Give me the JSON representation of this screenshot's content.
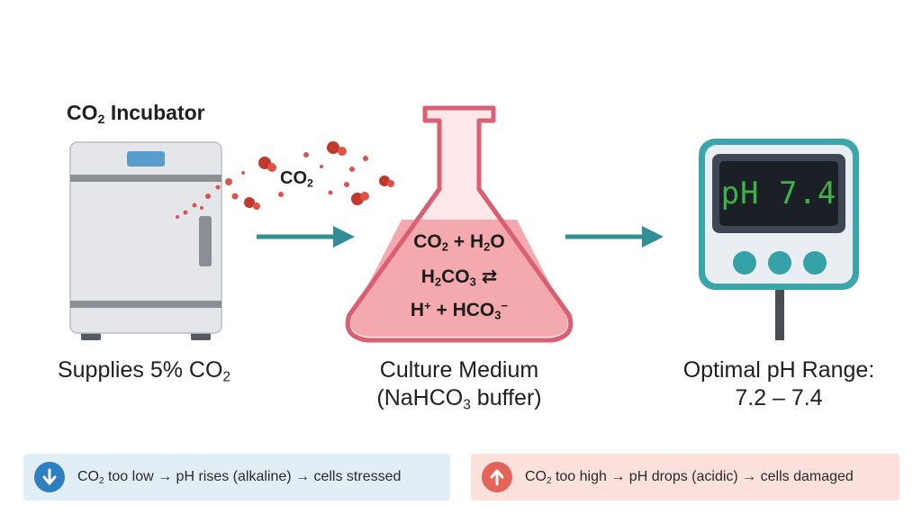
{
  "incubator": {
    "title_main": "CO",
    "title_sub": "2",
    "title_rest": " Incubator",
    "caption_main": "Supplies 5% CO",
    "caption_sub": "2"
  },
  "gas": {
    "label_main": "CO",
    "label_sub": "2"
  },
  "medium": {
    "eq1": {
      "a": "CO",
      "a_sub": "2",
      "b": " + H",
      "b_sub": "2",
      "c": "O"
    },
    "eq2": {
      "a": "H",
      "a_sub": "2",
      "b": "CO",
      "b_sub": "3",
      "c": " ⇄"
    },
    "eq3": {
      "a": "H",
      "a_sup": "+",
      "b": " + HCO",
      "b_sub": "3",
      "b_sup": "−"
    },
    "caption_line1": "Culture Medium",
    "caption_line2_a": "(NaHCO",
    "caption_line2_sub": "3",
    "caption_line2_b": " buffer)"
  },
  "meter": {
    "display": "pH 7.4",
    "caption_line1": "Optimal pH Range:",
    "caption_line2": "7.2 – 7.4"
  },
  "notes": {
    "low": {
      "a": "CO",
      "a_sub": "2",
      "b": " too low → pH rises (alkaline) → cells stressed"
    },
    "high": {
      "a": "CO",
      "a_sub": "2",
      "b": " too high → pH drops (acidic) → cells damaged"
    }
  },
  "colors": {
    "arrow": "#2f8f94",
    "incubator_body": "#e4e6e9",
    "flask_liquid": "#f4a9ae",
    "meter_frame": "#3aa6ab",
    "display_text": "#3fb04a",
    "low_box": "#e2eef6",
    "high_box": "#fbe0dc"
  },
  "icons": {
    "low": "arrow-down-icon",
    "high": "arrow-up-icon"
  }
}
